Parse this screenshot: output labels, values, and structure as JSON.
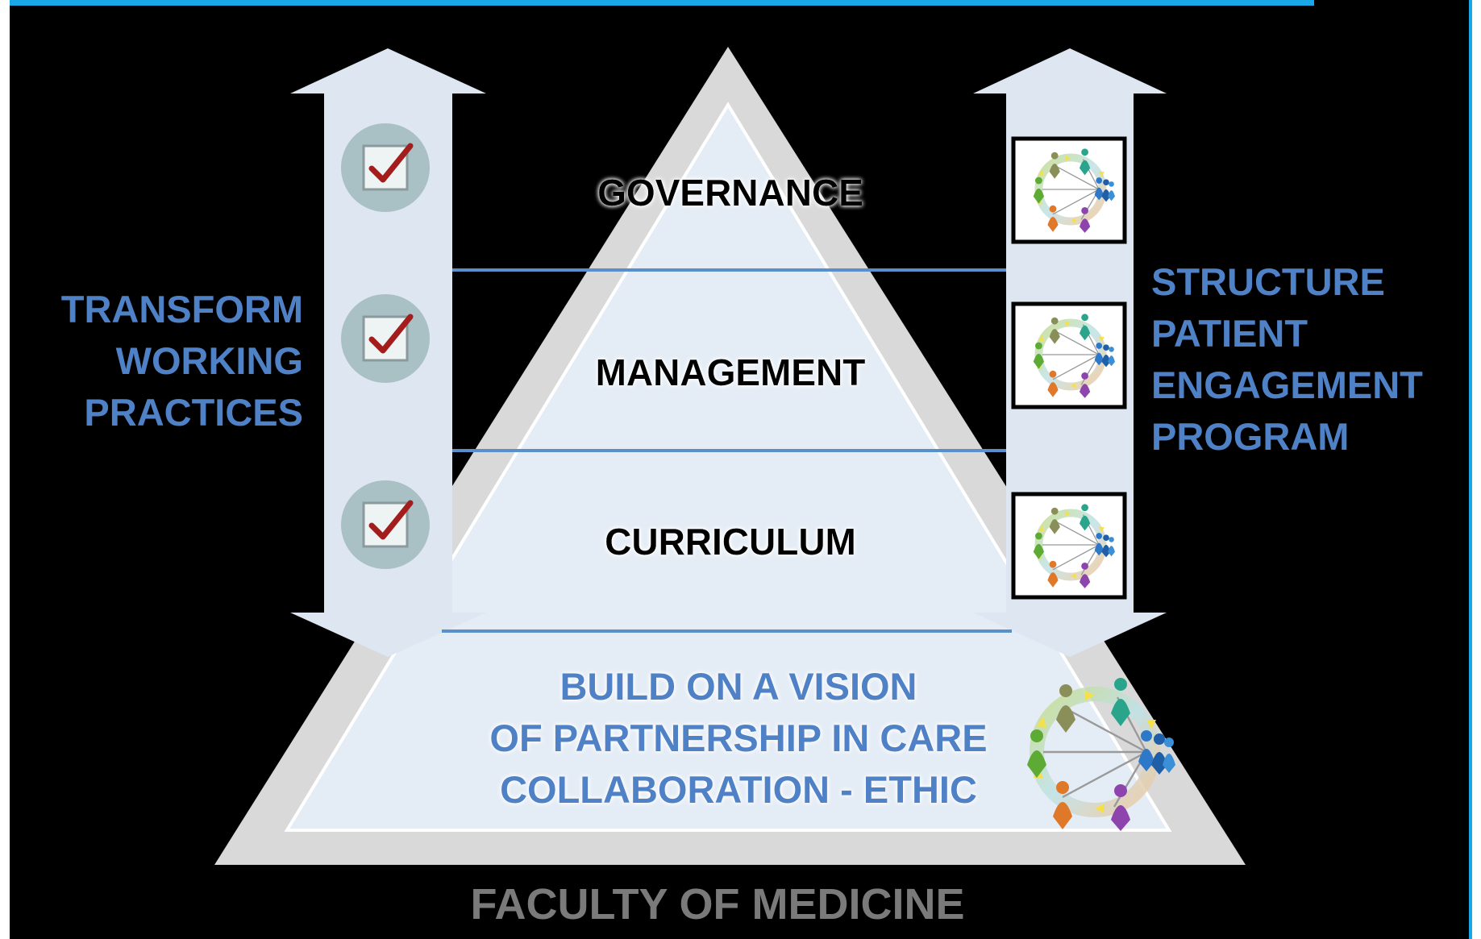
{
  "colors": {
    "background": "#000000",
    "top_bar": "#1aa7e8",
    "pyramid_fill": "#e4ecf5",
    "pyramid_border": "#d9d9d9",
    "divider": "#5b8fc9",
    "accent_text": "#4f81c7",
    "footer_text": "#7a7a7a",
    "check_circle": "#a9c0c4",
    "check_mark": "#a31d1d"
  },
  "pyramid": {
    "tiers": [
      "GOVERNANCE",
      "MANAGEMENT",
      "CURRICULUM"
    ],
    "base_lines": [
      "BUILD ON A VISION",
      "OF PARTNERSHIP IN CARE",
      "COLLABORATION - ETHIC"
    ]
  },
  "left_arrow": {
    "label_lines": [
      "TRANSFORM",
      "WORKING",
      "PRACTICES"
    ],
    "icons": [
      "checkbox-icon",
      "checkbox-icon",
      "checkbox-icon"
    ]
  },
  "right_arrow": {
    "label_lines": [
      "STRUCTURE",
      "PATIENT",
      "ENGAGEMENT",
      "PROGRAM"
    ],
    "icons": [
      "partnership-cycle-icon",
      "partnership-cycle-icon",
      "partnership-cycle-icon"
    ]
  },
  "base_icon": "partnership-cycle-icon",
  "footer": "FACULTY OF MEDICINE"
}
